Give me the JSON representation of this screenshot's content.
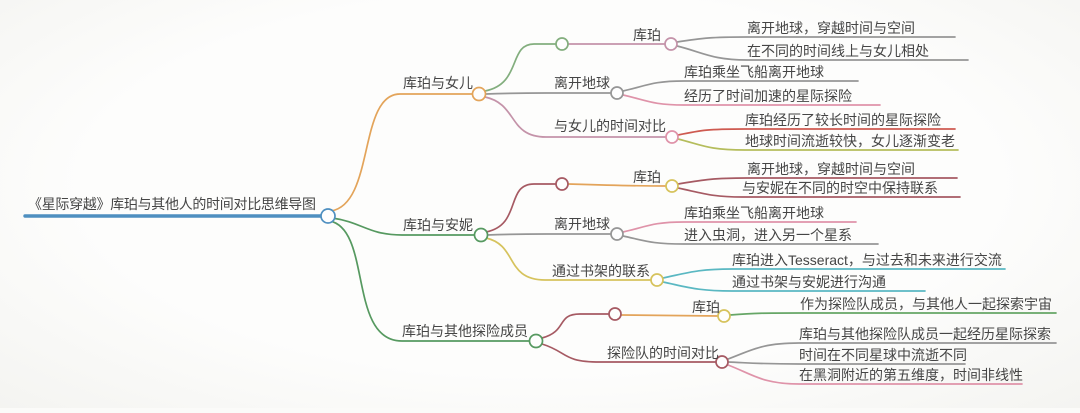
{
  "colors": {
    "root_blue": "#4e8fc0",
    "orange": "#e3a45a",
    "green": "#569960",
    "light_green": "#83ae7e",
    "mauve": "#c493a9",
    "pink": "#df93a9",
    "gray": "#969696",
    "maroon": "#a65a63",
    "yellow": "#d6c35d",
    "teal": "#5ab8c2",
    "red": "#ce5a50",
    "olive": "#b5bd5c",
    "leaf_green": "#66a666",
    "text": "#454545",
    "background": "#fbfbf9"
  },
  "mindmap": {
    "root": {
      "label": "《星际穿越》库珀与其他人的时间对比思维导图"
    },
    "branch1": {
      "label": "库珀与女儿",
      "cooper": {
        "label": "库珀",
        "leaf1": "离开地球，穿越时间与空间",
        "leaf2": "在不同的时间线上与女儿相处"
      },
      "leave_earth": {
        "label": "离开地球",
        "leaf1": "库珀乘坐飞船离开地球",
        "leaf2": "经历了时间加速的星际探险"
      },
      "time_compare": {
        "label": "与女儿的时间对比",
        "leaf1": "库珀经历了较长时间的星际探险",
        "leaf2": "地球时间流逝较快，女儿逐渐变老"
      }
    },
    "branch2": {
      "label": "库珀与安妮",
      "cooper": {
        "label": "库珀",
        "leaf1": "离开地球，穿越时间与空间",
        "leaf2": "与安妮在不同的时空中保持联系"
      },
      "leave_earth": {
        "label": "离开地球",
        "leaf1": "库珀乘坐飞船离开地球",
        "leaf2": "进入虫洞，进入另一个星系"
      },
      "bookshelf": {
        "label": "通过书架的联系",
        "leaf1": "库珀进入Tesseract，与过去和未来进行交流",
        "leaf2": "通过书架与安妮进行沟通"
      }
    },
    "branch3": {
      "label": "库珀与其他探险成员",
      "cooper": {
        "label": "库珀",
        "leaf1": "作为探险队成员，与其他人一起探索宇宙"
      },
      "team_compare": {
        "label": "探险队的时间对比",
        "leaf1": "库珀与其他探险队成员一起经历星际探索",
        "leaf2": "时间在不同星球中流逝不同",
        "leaf3": "在黑洞附近的第五维度，时间非线性"
      }
    }
  }
}
